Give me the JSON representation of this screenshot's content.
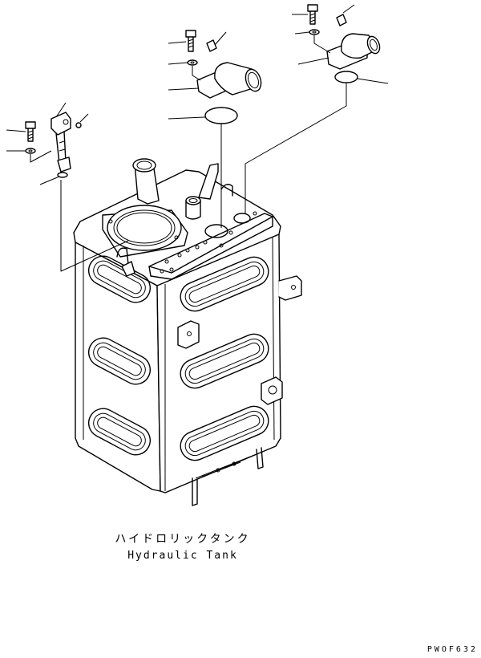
{
  "caption": {
    "japanese": "ハイドロリックタンク",
    "english": "Hydraulic Tank"
  },
  "drawing_code": "PWOF632"
}
